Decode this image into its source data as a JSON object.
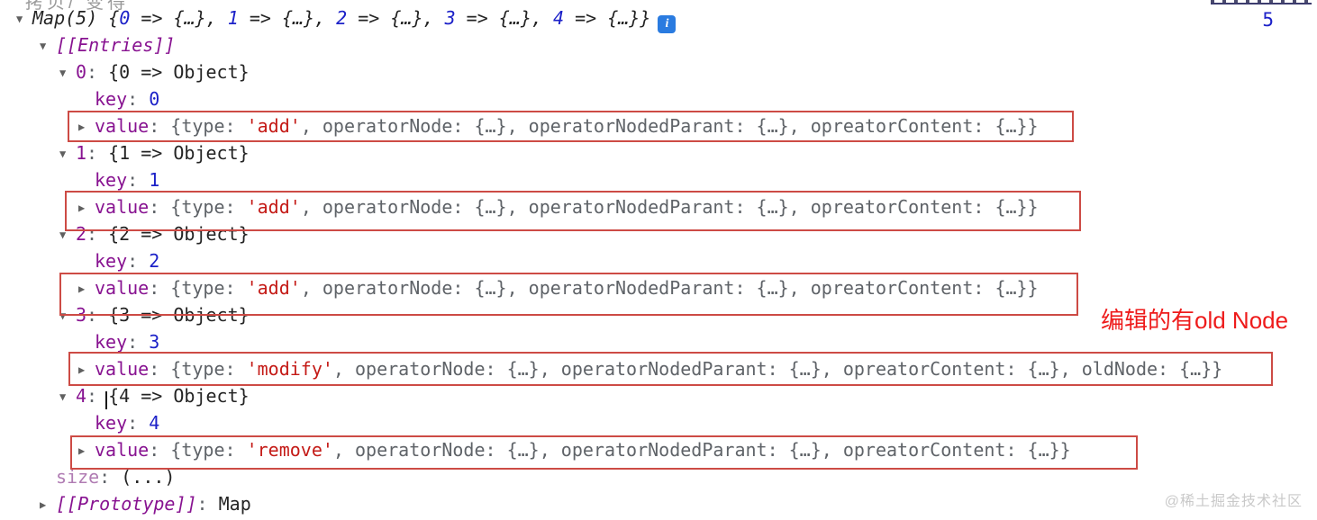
{
  "console": {
    "rows": [
      {
        "indent": 0,
        "arrow": "▼",
        "tokens": [
          {
            "c": "di",
            "s": "Map(5) {"
          },
          {
            "c": "ni",
            "s": "0"
          },
          {
            "c": "di",
            "s": " => {…}, "
          },
          {
            "c": "ni",
            "s": "1"
          },
          {
            "c": "di",
            "s": " => {…}, "
          },
          {
            "c": "ni",
            "s": "2"
          },
          {
            "c": "di",
            "s": " => {…}, "
          },
          {
            "c": "ni",
            "s": "3"
          },
          {
            "c": "di",
            "s": " => {…}, "
          },
          {
            "c": "ni",
            "s": "4"
          },
          {
            "c": "di",
            "s": " => {…}}"
          },
          {
            "icon": "info"
          }
        ]
      },
      {
        "indent": 1,
        "arrow": "▼",
        "tokens": [
          {
            "c": "pi",
            "s": "[[Entries]]"
          }
        ]
      },
      {
        "indent": 2,
        "arrow": "▼",
        "tokens": [
          {
            "c": "p",
            "s": "0"
          },
          {
            "c": "g",
            "s": ": "
          },
          {
            "c": "d",
            "s": "{0 => Object}"
          }
        ]
      },
      {
        "indent": 3,
        "arrow": null,
        "tokens": [
          {
            "c": "p",
            "s": "key"
          },
          {
            "c": "g",
            "s": ": "
          },
          {
            "c": "n",
            "s": "0"
          }
        ]
      },
      {
        "indent": 3,
        "arrow": "▶",
        "tokens": [
          {
            "c": "p",
            "s": "value"
          },
          {
            "c": "g",
            "s": ": {type: "
          },
          {
            "c": "s",
            "s": "'add'"
          },
          {
            "c": "g",
            "s": ", operatorNode: {…}, operatorNodedParant: {…}, opreatorContent: {…}}"
          }
        ]
      },
      {
        "indent": 2,
        "arrow": "▼",
        "tokens": [
          {
            "c": "p",
            "s": "1"
          },
          {
            "c": "g",
            "s": ": "
          },
          {
            "c": "d",
            "s": "{1 => Object}"
          }
        ]
      },
      {
        "indent": 3,
        "arrow": null,
        "tokens": [
          {
            "c": "p",
            "s": "key"
          },
          {
            "c": "g",
            "s": ": "
          },
          {
            "c": "n",
            "s": "1"
          }
        ]
      },
      {
        "indent": 3,
        "arrow": "▶",
        "tokens": [
          {
            "c": "p",
            "s": "value"
          },
          {
            "c": "g",
            "s": ": {type: "
          },
          {
            "c": "s",
            "s": "'add'"
          },
          {
            "c": "g",
            "s": ", operatorNode: {…}, operatorNodedParant: {…}, opreatorContent: {…}}"
          }
        ]
      },
      {
        "indent": 2,
        "arrow": "▼",
        "tokens": [
          {
            "c": "p",
            "s": "2"
          },
          {
            "c": "g",
            "s": ": "
          },
          {
            "c": "d",
            "s": "{2 => Object}"
          }
        ]
      },
      {
        "indent": 3,
        "arrow": null,
        "tokens": [
          {
            "c": "p",
            "s": "key"
          },
          {
            "c": "g",
            "s": ": "
          },
          {
            "c": "n",
            "s": "2"
          }
        ]
      },
      {
        "indent": 3,
        "arrow": "▶",
        "tokens": [
          {
            "c": "p",
            "s": "value"
          },
          {
            "c": "g",
            "s": ": {type: "
          },
          {
            "c": "s",
            "s": "'add'"
          },
          {
            "c": "g",
            "s": ", operatorNode: {…}, operatorNodedParant: {…}, opreatorContent: {…}}"
          }
        ]
      },
      {
        "indent": 2,
        "arrow": "▼",
        "tokens": [
          {
            "c": "p",
            "s": "3"
          },
          {
            "c": "g",
            "s": ": "
          },
          {
            "c": "d",
            "s": "{3 => Object}"
          }
        ]
      },
      {
        "indent": 3,
        "arrow": null,
        "tokens": [
          {
            "c": "p",
            "s": "key"
          },
          {
            "c": "g",
            "s": ": "
          },
          {
            "c": "n",
            "s": "3"
          }
        ]
      },
      {
        "indent": 3,
        "arrow": "▶",
        "tokens": [
          {
            "c": "p",
            "s": "value"
          },
          {
            "c": "g",
            "s": ": {type: "
          },
          {
            "c": "s",
            "s": "'modify'"
          },
          {
            "c": "g",
            "s": ", operatorNode: {…}, operatorNodedParant: {…}, opreatorContent: {…}, oldNode: {…}}"
          }
        ]
      },
      {
        "indent": 2,
        "arrow": "▼",
        "tokens": [
          {
            "c": "p",
            "s": "4"
          },
          {
            "c": "g",
            "s": ": "
          },
          {
            "c": "d",
            "s": "{4 => Object}"
          }
        ]
      },
      {
        "indent": 3,
        "arrow": null,
        "tokens": [
          {
            "c": "p",
            "s": "key"
          },
          {
            "c": "g",
            "s": ": "
          },
          {
            "c": "n",
            "s": "4"
          }
        ]
      },
      {
        "indent": 3,
        "arrow": "▶",
        "tokens": [
          {
            "c": "p",
            "s": "value"
          },
          {
            "c": "g",
            "s": ": {type: "
          },
          {
            "c": "s",
            "s": "'remove'"
          },
          {
            "c": "g",
            "s": ", operatorNode: {…}, operatorNodedParant: {…}, opreatorContent: {…}}"
          }
        ]
      },
      {
        "indent": 1,
        "arrow": null,
        "tokens": [
          {
            "c": "f",
            "s": "size"
          },
          {
            "c": "g",
            "s": ": "
          },
          {
            "c": "d",
            "s": "(...)"
          }
        ]
      },
      {
        "indent": 1,
        "arrow": "▶",
        "tokens": [
          {
            "c": "pi",
            "s": "[[Prototype]]"
          },
          {
            "c": "g",
            "s": ": "
          },
          {
            "c": "d",
            "s": "Map"
          }
        ]
      }
    ]
  },
  "icons": {
    "info_glyph": "i"
  },
  "annotations": {
    "box_color": "#cd4b45",
    "boxes": [
      [
        75,
        123,
        1117,
        35
      ],
      [
        72,
        212,
        1128,
        45
      ],
      [
        66,
        303,
        1131,
        48
      ],
      [
        76,
        391,
        1337,
        38
      ],
      [
        78,
        484,
        1185,
        38
      ]
    ],
    "note_text": "编辑的有old Node",
    "note_color": "#ee1b1b"
  },
  "side_value": "5",
  "watermark": "@稀土掘金技术社区",
  "clipped": {
    "top_left_text": "拷贝/ 变得"
  }
}
